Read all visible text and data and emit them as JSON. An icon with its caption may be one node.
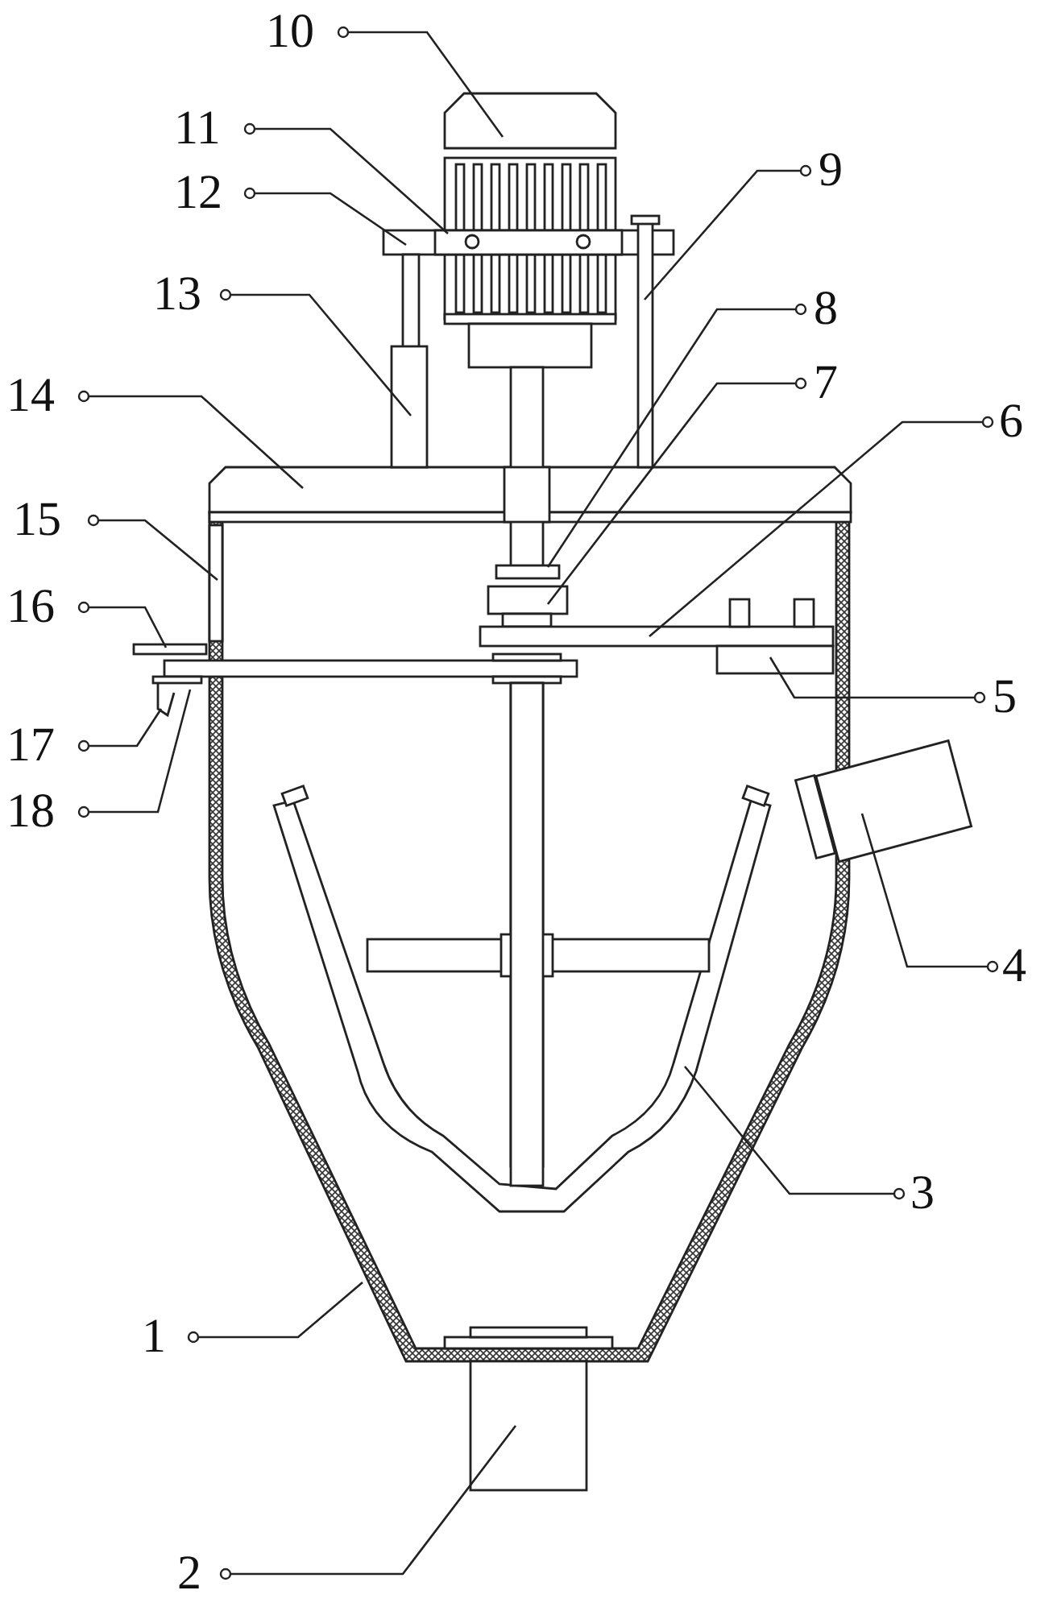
{
  "diagram": {
    "nodes": [
      {
        "text": [
          "1"
        ]
      },
      {
        "text": [
          "2"
        ]
      },
      {
        "text": [
          "3"
        ]
      },
      {
        "text": [
          "4"
        ]
      },
      {
        "text": [
          "5"
        ]
      },
      {
        "text": [
          "6"
        ]
      },
      {
        "text": [
          "7"
        ]
      },
      {
        "text": [
          "8"
        ]
      },
      {
        "text": [
          "9"
        ]
      },
      {
        "text": [
          "10"
        ]
      },
      {
        "text": [
          "11"
        ]
      },
      {
        "text": [
          "12"
        ]
      },
      {
        "text": [
          "13"
        ]
      },
      {
        "text": [
          "14"
        ]
      },
      {
        "text": [
          "15"
        ]
      },
      {
        "text": [
          "16"
        ]
      },
      {
        "text": [
          "17"
        ]
      },
      {
        "text": [
          "18"
        ]
      }
    ],
    "edges": [
      {
        "from": 0,
        "to": null,
        "arrow": "other"
      },
      {
        "from": 1,
        "to": null,
        "arrow": "other"
      },
      {
        "from": 2,
        "to": null,
        "arrow": "other"
      },
      {
        "from": 3,
        "to": null,
        "arrow": "other"
      },
      {
        "from": 4,
        "to": null,
        "arrow": "other"
      },
      {
        "from": 5,
        "to": null,
        "arrow": "other"
      },
      {
        "from": 6,
        "to": null,
        "arrow": "other"
      },
      {
        "from": 7,
        "to": null,
        "arrow": "other"
      },
      {
        "from": 8,
        "to": null,
        "arrow": "other"
      },
      {
        "from": 9,
        "to": null,
        "arrow": "other"
      },
      {
        "from": 10,
        "to": null,
        "arrow": "other"
      },
      {
        "from": 11,
        "to": null,
        "arrow": "other"
      },
      {
        "from": 12,
        "to": null,
        "arrow": "other"
      },
      {
        "from": 13,
        "to": null,
        "arrow": "other"
      },
      {
        "from": 14,
        "to": null,
        "arrow": "other"
      },
      {
        "from": 15,
        "to": null,
        "arrow": "other"
      },
      {
        "from": 16,
        "to": null,
        "arrow": "other"
      },
      {
        "from": 17,
        "to": null,
        "arrow": "other"
      }
    ]
  }
}
